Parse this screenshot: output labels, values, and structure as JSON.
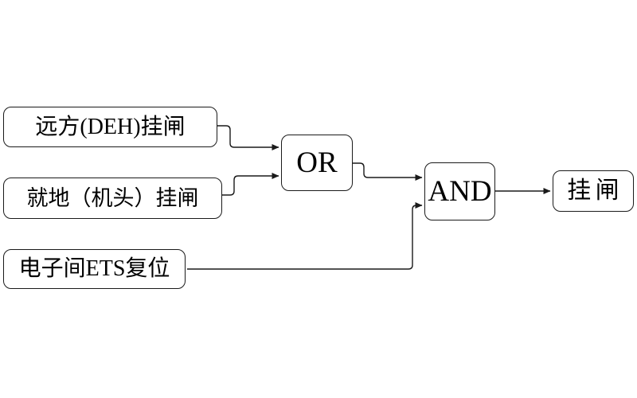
{
  "diagram": {
    "title": "trip-latch logic diagram",
    "nodes": {
      "input1": {
        "label": "远方(DEH)挂闸"
      },
      "input2": {
        "label": "就地（机头）挂闸"
      },
      "input3": {
        "label": "电子间ETS复位"
      },
      "or_gate": {
        "label": "OR"
      },
      "and_gate": {
        "label": "AND"
      },
      "output": {
        "label": "挂闸"
      }
    },
    "colors": {
      "line": "#1a1a1a",
      "text": "#000000",
      "background": "#ffffff"
    }
  }
}
